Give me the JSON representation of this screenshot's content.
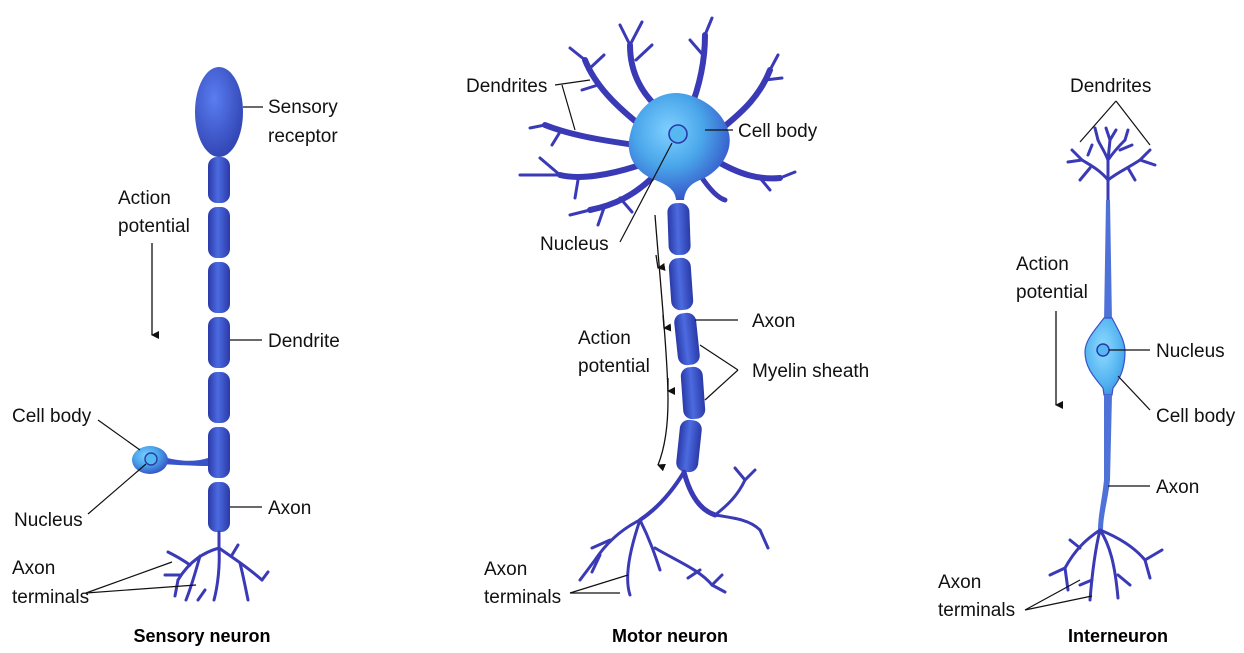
{
  "colors": {
    "membrane": "#3a3ab6",
    "body_light": "#56b8f0",
    "body_dark": "#2f3fbf",
    "myelin": "#3550c8",
    "text": "#111111"
  },
  "sensory": {
    "title": "Sensory neuron",
    "labels": {
      "sensory_receptor_line1": "Sensory",
      "sensory_receptor_line2": "receptor",
      "action_line1": "Action",
      "action_line2": "potential",
      "dendrite": "Dendrite",
      "cell_body": "Cell body",
      "nucleus": "Nucleus",
      "axon": "Axon",
      "terminals_line1": "Axon",
      "terminals_line2": "terminals"
    }
  },
  "motor": {
    "title": "Motor neuron",
    "labels": {
      "dendrites": "Dendrites",
      "cell_body": "Cell body",
      "nucleus": "Nucleus",
      "axon": "Axon",
      "action_line1": "Action",
      "action_line2": "potential",
      "myelin": "Myelin sheath",
      "terminals_line1": "Axon",
      "terminals_line2": "terminals"
    }
  },
  "inter": {
    "title": "Interneuron",
    "labels": {
      "dendrites": "Dendrites",
      "action_line1": "Action",
      "action_line2": "potential",
      "nucleus": "Nucleus",
      "cell_body": "Cell body",
      "axon": "Axon",
      "terminals_line1": "Axon",
      "terminals_line2": "terminals"
    }
  }
}
